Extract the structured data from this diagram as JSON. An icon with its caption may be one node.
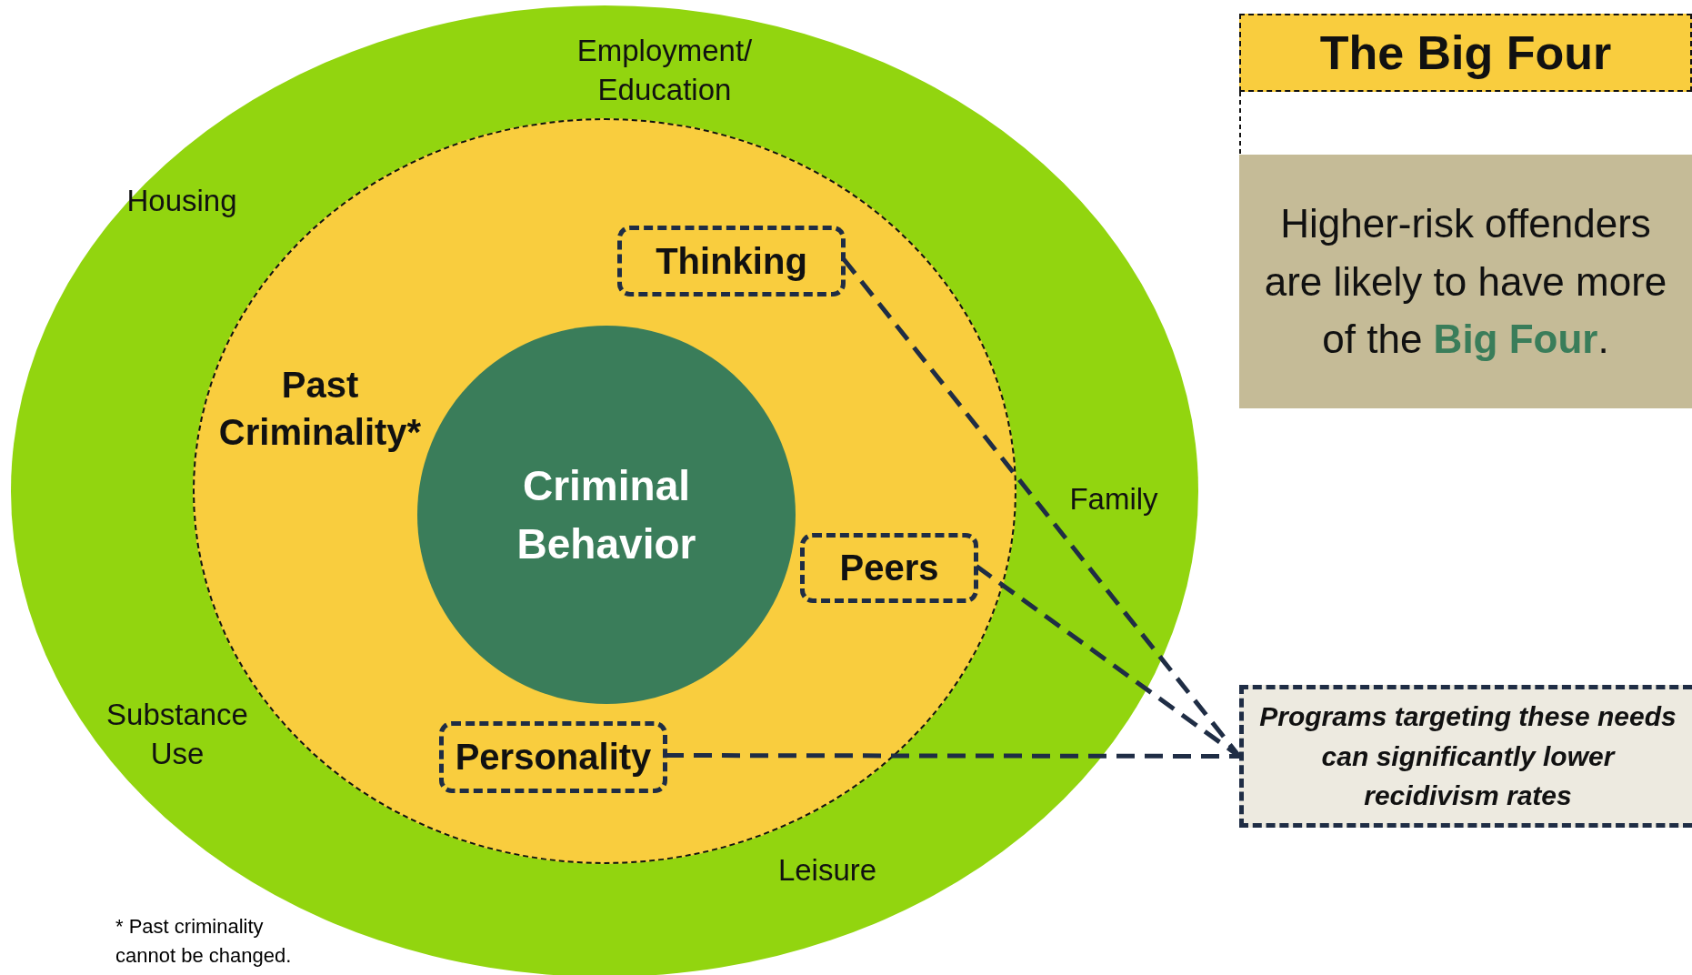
{
  "diagram": {
    "nodes": [
      {
        "text": [
          "Employment/ Education",
          "Housing",
          "Family",
          "Substance Use",
          "Leisure"
        ]
      },
      {
        "text": [
          "Past Criminality*"
        ],
        "in": 0
      },
      {
        "text": [
          "Criminal Behavior"
        ],
        "in": 1
      },
      {
        "text": [
          "Thinking"
        ],
        "in": 1
      },
      {
        "text": [
          "Peers"
        ],
        "in": 1
      },
      {
        "text": [
          "Personality"
        ],
        "in": 1
      },
      {
        "text": [
          "The Big Four"
        ]
      },
      {
        "text": [
          "Higher-risk offenders are likely to have more of the **Big Four**."
        ]
      },
      {
        "text": [
          "Programs targeting these needs can significantly lower recidivism rates"
        ]
      }
    ],
    "edges": [
      {
        "from": 3,
        "to": 8,
        "arrow": "none",
        "style": "dashed"
      },
      {
        "from": 4,
        "to": 8,
        "arrow": "none",
        "style": "dashed"
      },
      {
        "from": 5,
        "to": 8,
        "arrow": "none",
        "style": "dashed"
      }
    ],
    "labels": [
      "* Past criminality cannot be changed."
    ]
  }
}
